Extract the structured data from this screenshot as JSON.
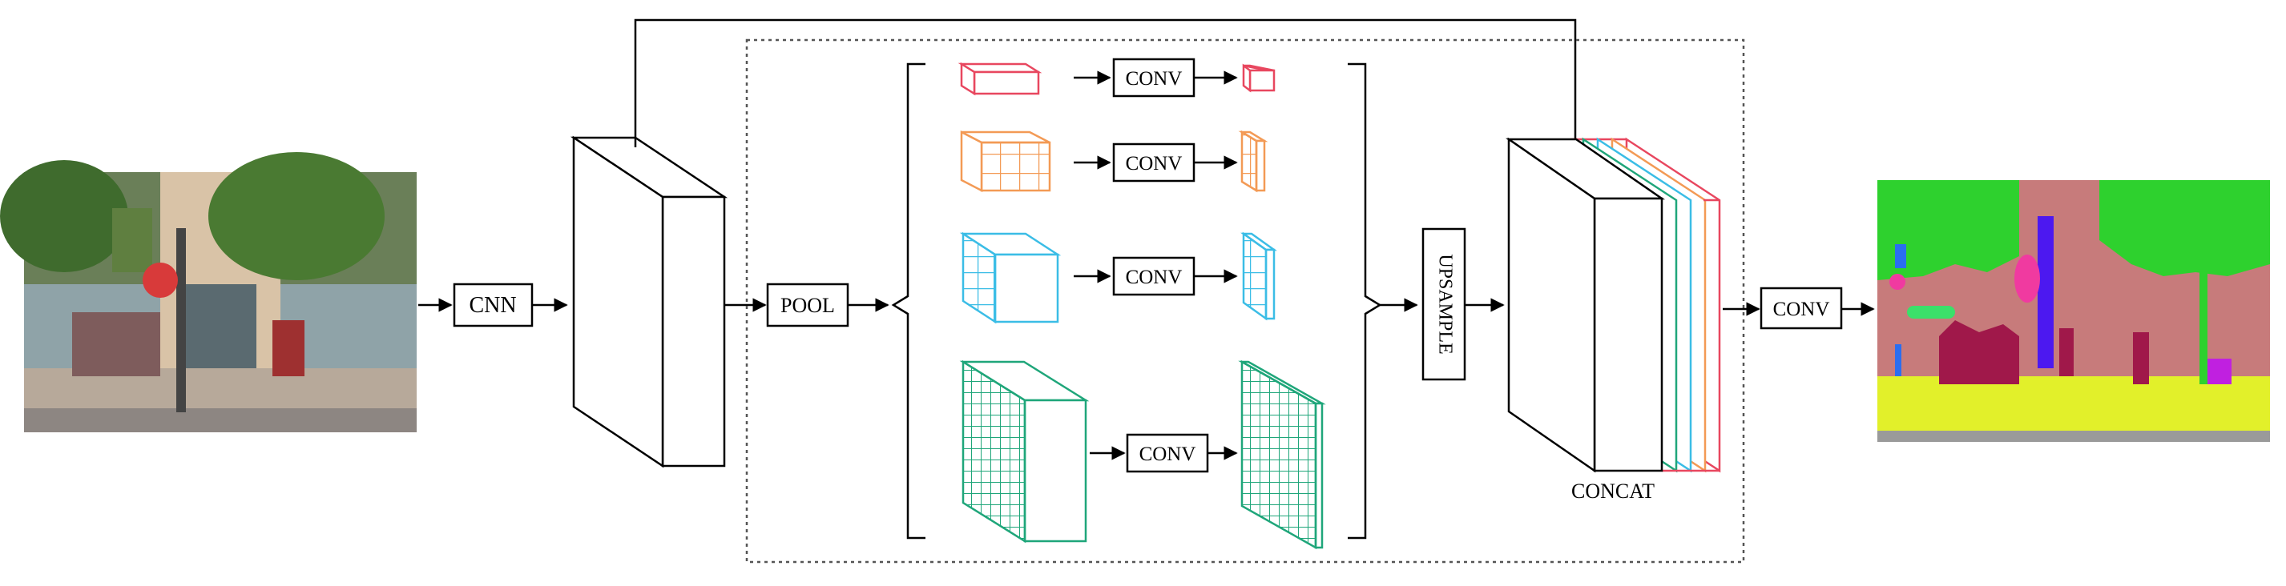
{
  "labels": {
    "cnn": "CNN",
    "pool": "POOL",
    "conv_pyramid": [
      "CONV",
      "CONV",
      "CONV",
      "CONV"
    ],
    "upsample": "UPSAMPLE",
    "concat": "CONCAT",
    "conv_final": "CONV"
  },
  "colors": {
    "red": "#e8475f",
    "orange": "#f39a55",
    "cyan": "#3bbde6",
    "green": "#1fa67a",
    "seg_tree": "#2ed12e",
    "seg_wall": "#c77b7b",
    "seg_ground": "#e2f02a",
    "seg_road": "#9a9a9a",
    "seg_person": "#a0184a",
    "seg_pole": "#4c18f0",
    "seg_sign": "#f03aa0",
    "seg_blue": "#2a6ef0",
    "seg_green2": "#3be06a",
    "seg_magenta": "#c020e0"
  },
  "icons": {
    "input": "street-scene-photo",
    "output": "segmentation-map"
  }
}
